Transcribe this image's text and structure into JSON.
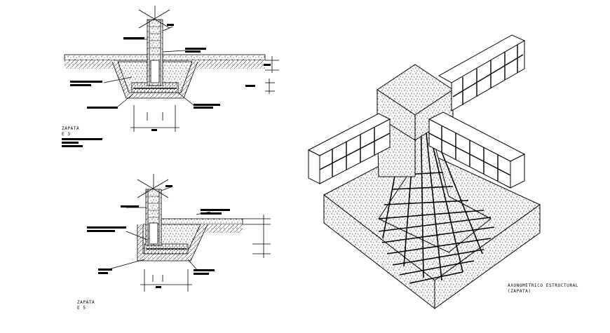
{
  "drawing": {
    "section_1": {
      "title": "ZAPATA",
      "scale": "E 3"
    },
    "section_2": {
      "title": "ZAPATA",
      "scale": "E 5"
    },
    "axonometric": {
      "title": "AXONOMETRICO ESTRUCTURAL",
      "subtitle": "(ZAPATA)"
    }
  }
}
